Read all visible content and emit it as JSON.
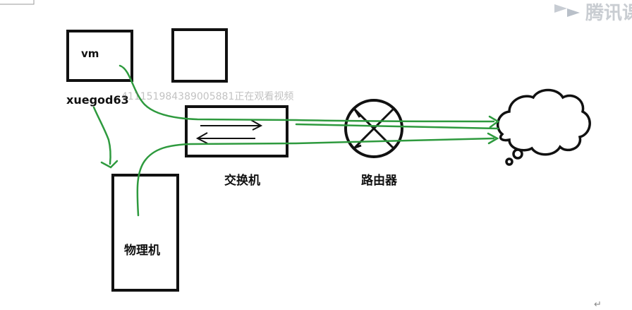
{
  "nodes": {
    "vm": "vm",
    "xuegod": "xuegod63",
    "switch": "交换机",
    "router": "路由器",
    "physical": "物理机"
  },
  "overlay": {
    "watermark": "411151984389005881正在观看视频",
    "brand": "腾讯课"
  },
  "colors": {
    "path": "#2e9a3e",
    "box": "#111111"
  },
  "icons": [
    "cloud-icon",
    "router-icon",
    "play-logo-icon",
    "return-glyph-icon"
  ],
  "corner_glyph": "↵"
}
